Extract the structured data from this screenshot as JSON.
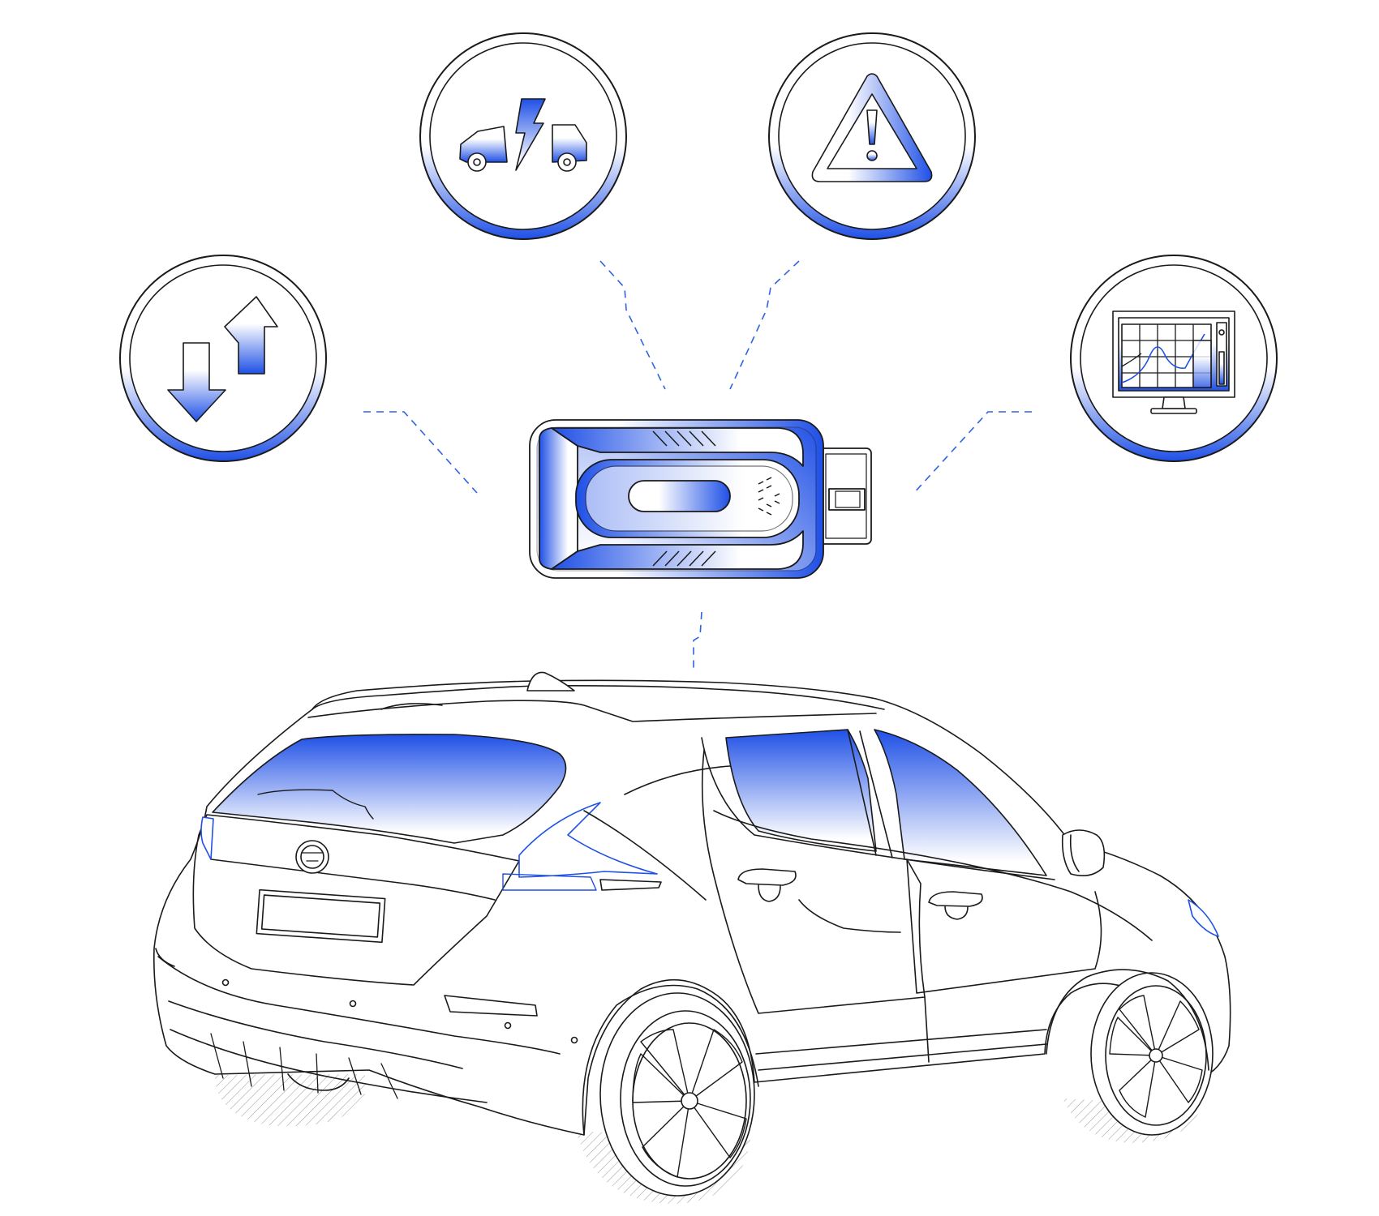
{
  "colors": {
    "accent": "#1f50e6",
    "accent_light": "#ffffff",
    "line": "#1a1a1a",
    "connector": "#2f63e0",
    "background": "#ffffff"
  },
  "hub": {
    "icon": "obd-dongle-icon"
  },
  "feature_icons": [
    {
      "id": "data-transfer",
      "icon": "arrows-up-down-icon"
    },
    {
      "id": "collision",
      "icon": "car-collision-icon"
    },
    {
      "id": "warning",
      "icon": "warning-triangle-icon"
    },
    {
      "id": "diagnostics",
      "icon": "monitor-chart-icon"
    }
  ],
  "vehicle": {
    "icon": "hatchback-car-icon"
  }
}
